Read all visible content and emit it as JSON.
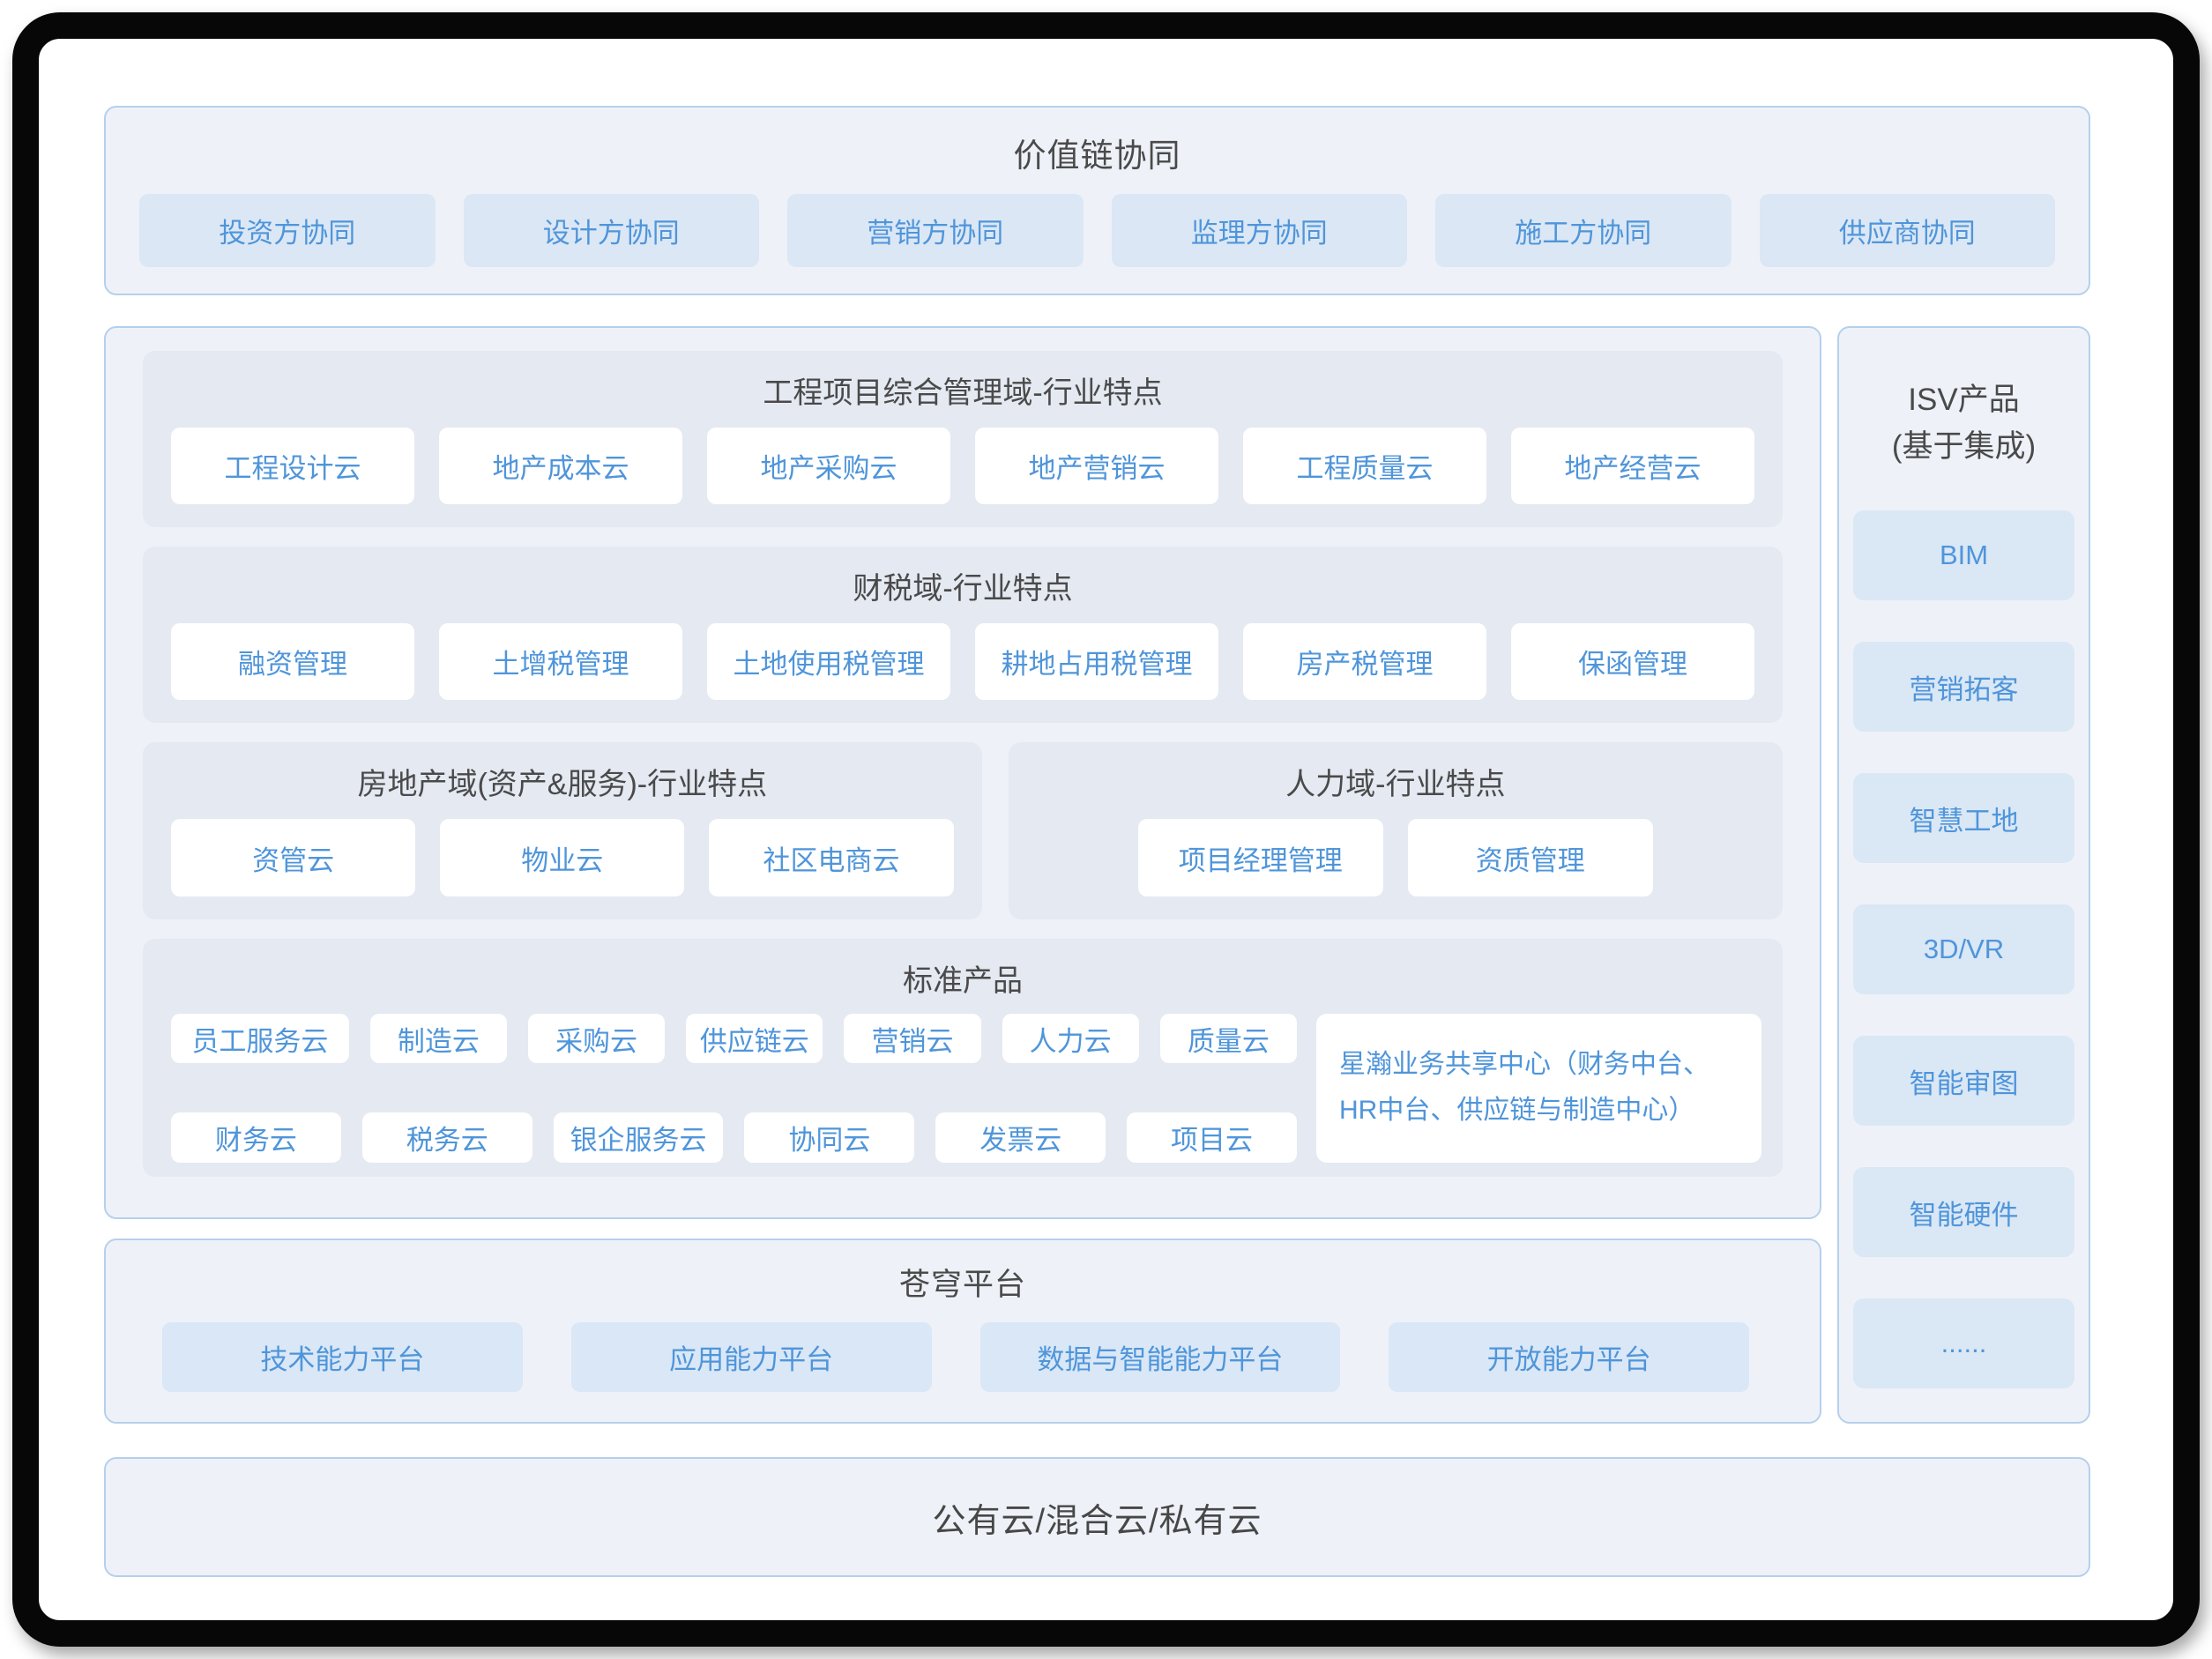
{
  "value_chain": {
    "title": "价值链协同",
    "items": [
      "投资方协同",
      "设计方协同",
      "营销方协同",
      "监理方协同",
      "施工方协同",
      "供应商协同"
    ]
  },
  "domains": [
    {
      "title": "工程项目综合管理域-行业特点",
      "items": [
        "工程设计云",
        "地产成本云",
        "地产采购云",
        "地产营销云",
        "工程质量云",
        "地产经营云"
      ]
    },
    {
      "title": "财税域-行业特点",
      "items": [
        "融资管理",
        "土增税管理",
        "土地使用税管理",
        "耕地占用税管理",
        "房产税管理",
        "保函管理"
      ]
    },
    {
      "title": "房地产域(资产&服务)-行业特点",
      "items": [
        "资管云",
        "物业云",
        "社区电商云"
      ]
    },
    {
      "title": "人力域-行业特点",
      "items": [
        "项目经理管理",
        "资质管理"
      ]
    }
  ],
  "standard_products": {
    "title": "标准产品",
    "row1": [
      "员工服务云",
      "制造云",
      "采购云",
      "供应链云",
      "营销云",
      "人力云",
      "质量云"
    ],
    "row2": [
      "财务云",
      "税务云",
      "银企服务云",
      "协同云",
      "发票云",
      "项目云"
    ],
    "shared_center": "星瀚业务共享中心（财务中台、HR中台、供应链与制造中心）"
  },
  "isv": {
    "title_line1": "ISV产品",
    "title_line2": "(基于集成)",
    "items": [
      "BIM",
      "营销拓客",
      "智慧工地",
      "3D/VR",
      "智能审图",
      "智能硬件",
      "......"
    ]
  },
  "platform": {
    "title": "苍穹平台",
    "items": [
      "技术能力平台",
      "应用能力平台",
      "数据与智能能力平台",
      "开放能力平台"
    ]
  },
  "cloud": {
    "label": "公有云/混合云/私有云"
  },
  "colors": {
    "frame": "#070707",
    "panel_bg": "#eef2f8",
    "panel_border": "#b5d0ec",
    "subpanel_bg": "#e4e9f2",
    "blue_chip_bg": "#dbe7f5",
    "white_chip_bg": "#ffffff",
    "chip_text": "#4f95da",
    "title_text": "#4a4a4a"
  }
}
